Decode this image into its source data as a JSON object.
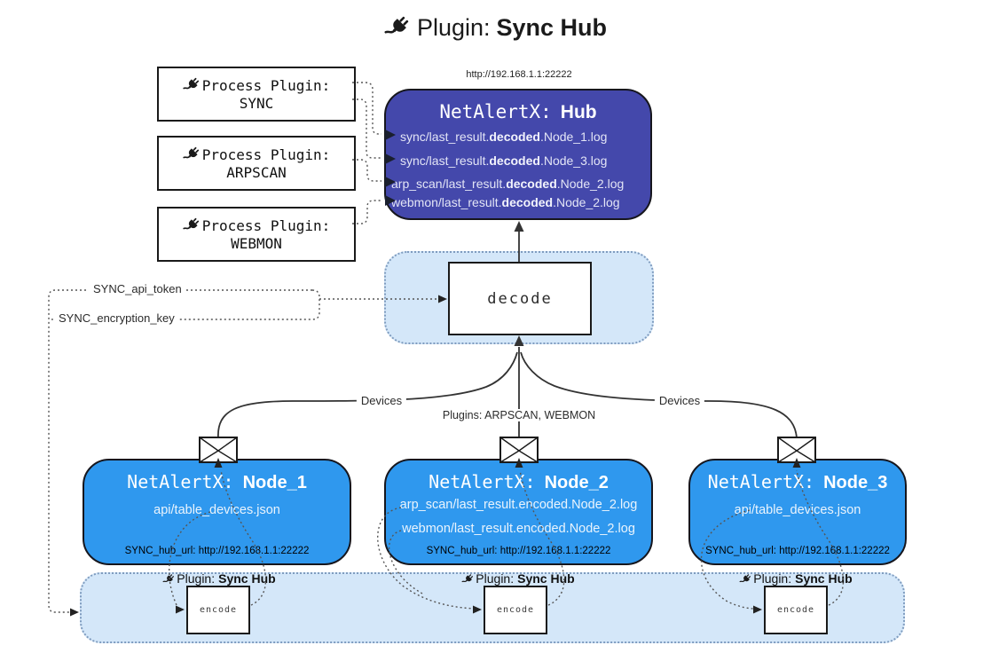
{
  "title": {
    "label": "Plugin:",
    "name": "Sync Hub"
  },
  "process_plugins": [
    {
      "heading": "Process Plugin:",
      "name": "SYNC"
    },
    {
      "heading": "Process Plugin:",
      "name": "ARPSCAN"
    },
    {
      "heading": "Process Plugin:",
      "name": "WEBMON"
    }
  ],
  "hub": {
    "url": "http://192.168.1.1:22222",
    "title_prefix": "NetAlertX:",
    "title_name": "Hub",
    "lines": [
      {
        "pre": "sync/last_result.",
        "bold": "decoded",
        "post": ".Node_1.log"
      },
      {
        "pre": "sync/last_result.",
        "bold": "decoded",
        "post": ".Node_3.log"
      },
      {
        "pre": "arp_scan/last_result.",
        "bold": "decoded",
        "post": ".Node_2.log"
      },
      {
        "pre": "webmon/last_result.",
        "bold": "decoded",
        "post": ".Node_2.log"
      }
    ]
  },
  "decode_box": {
    "label": "decode"
  },
  "settings": {
    "api_token": "SYNC_api_token",
    "encryption_key": "SYNC_encryption_key"
  },
  "edge_labels": {
    "devices_left": "Devices",
    "plugins_mid": "Plugins: ARPSCAN, WEBMON",
    "devices_right": "Devices"
  },
  "nodes": [
    {
      "title_prefix": "NetAlertX:",
      "title_name": "Node_1",
      "lines": [
        "api/table_devices.json"
      ],
      "hub_url": "SYNC_hub_url: http://192.168.1.1:22222"
    },
    {
      "title_prefix": "NetAlertX:",
      "title_name": "Node_2",
      "lines": [
        "arp_scan/last_result.encoded.Node_2.log",
        "webmon/last_result.encoded.Node_2.log"
      ],
      "hub_url": "SYNC_hub_url: http://192.168.1.1:22222"
    },
    {
      "title_prefix": "NetAlertX:",
      "title_name": "Node_3",
      "lines": [
        "api/table_devices.json"
      ],
      "hub_url": "SYNC_hub_url: http://192.168.1.1:22222"
    }
  ],
  "sync_band": {
    "plugin_label": "Plugin:",
    "plugin_name": "Sync Hub",
    "encode_label": "encode"
  },
  "colors": {
    "hub_fill": "#4448ab",
    "node_fill": "#2f98ee",
    "panel_fill": "#d4e7f9",
    "panel_border": "#7f9cbf",
    "line": "#333333",
    "dotted": "#555555"
  }
}
